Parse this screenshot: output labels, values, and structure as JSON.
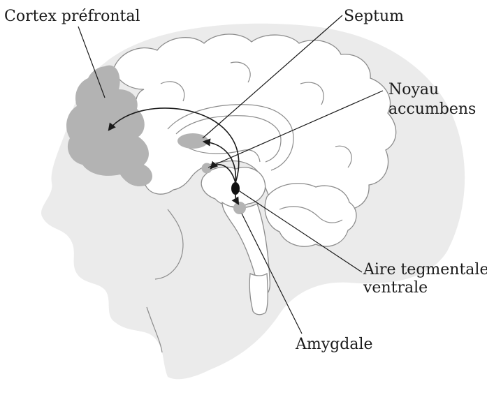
{
  "labels": {
    "cortex": "Cortex préfrontal",
    "septum": "Septum",
    "noyau_line1": "Noyau",
    "noyau_line2": "accumbens",
    "aire_line1": "Aire tegmentale",
    "aire_line2": "ventrale",
    "amygdale": "Amygdale"
  },
  "colors": {
    "head": "#ebebeb",
    "region": "#b3b3b3",
    "vta": "#111111",
    "outline": "#8c8c8c",
    "line": "#1a1a1a"
  }
}
